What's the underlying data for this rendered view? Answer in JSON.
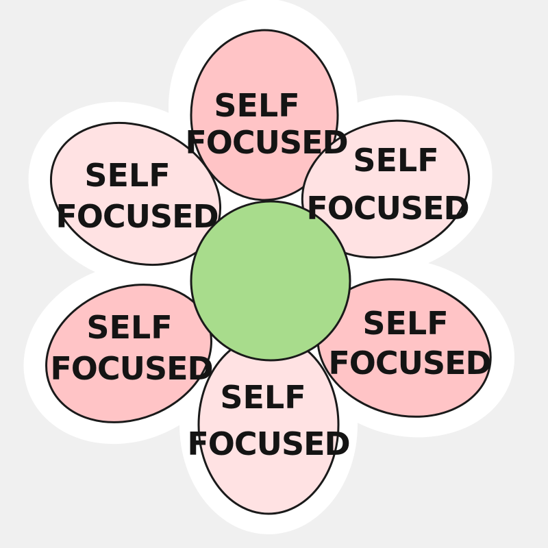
{
  "sticker": {
    "background_color": "#f0f0f0",
    "outline_color": "#ffffff",
    "stroke_color": "#1a1a1a",
    "center_color": "#a8dc8c",
    "petals": [
      {
        "line1": "SELF",
        "line2": "FOCUSED",
        "color": "#ffc4c6"
      },
      {
        "line1": "SELF",
        "line2": "FOCUSED",
        "color": "#ffe2e3"
      },
      {
        "line1": "SELF",
        "line2": "FOCUSED",
        "color": "#ffc4c6"
      },
      {
        "line1": "SELF",
        "line2": "FOCUSED",
        "color": "#ffe2e3"
      },
      {
        "line1": "SELF",
        "line2": "FOCUSED",
        "color": "#ffc4c6"
      },
      {
        "line1": "SELF",
        "line2": "FOCUSED",
        "color": "#ffe2e3"
      }
    ]
  }
}
